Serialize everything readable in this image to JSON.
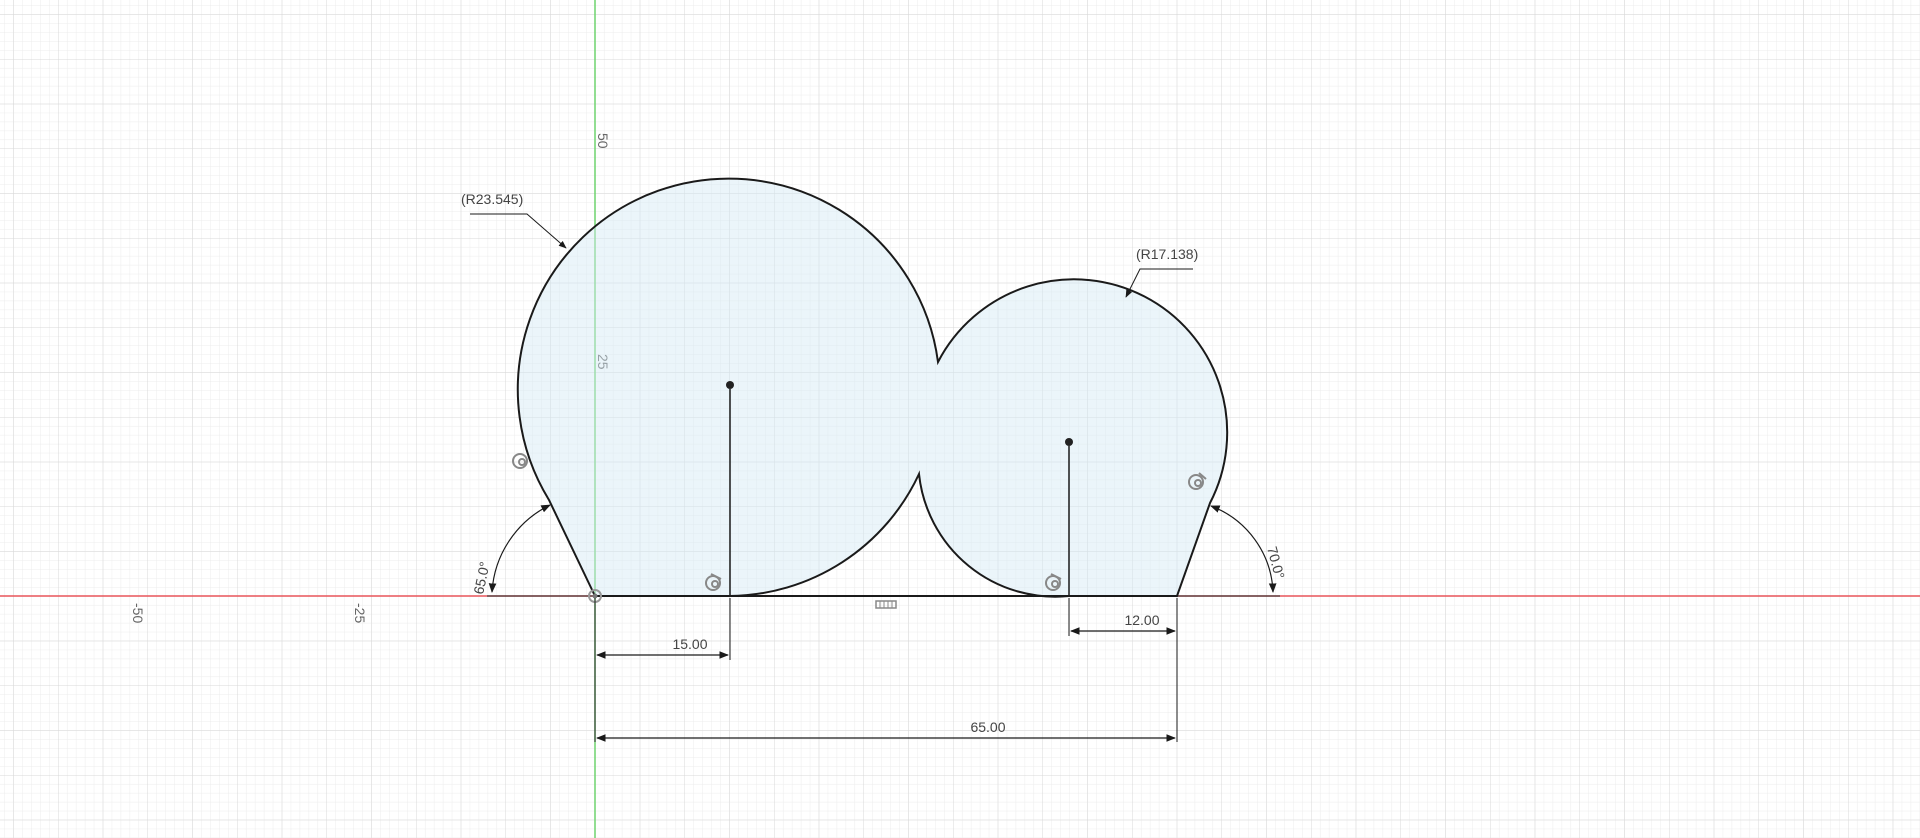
{
  "sketch": {
    "axis_labels": {
      "y_50": "50",
      "y_25": "25",
      "x_neg50": "-50",
      "x_neg25": "-25"
    },
    "dimensions": {
      "radius_large": "(R23.545)",
      "radius_small": "(R17.138)",
      "angle_left": "65.0°",
      "angle_right": "70.0°",
      "horizontal_15": "15.00",
      "horizontal_12": "12.00",
      "horizontal_65": "65.00"
    },
    "icons": {
      "tangent": "tangent-constraint-icon",
      "horizontal": "horizontal-constraint-icon",
      "coincident": "coincident-constraint-icon"
    },
    "colors": {
      "x_axis": "#e8555a",
      "y_axis": "#6fd36f",
      "grid_minor": "#ececec",
      "grid_major": "#d6d6d6",
      "profile_fill": "#dcecf5",
      "profile_stroke": "#1a1a1a"
    }
  }
}
